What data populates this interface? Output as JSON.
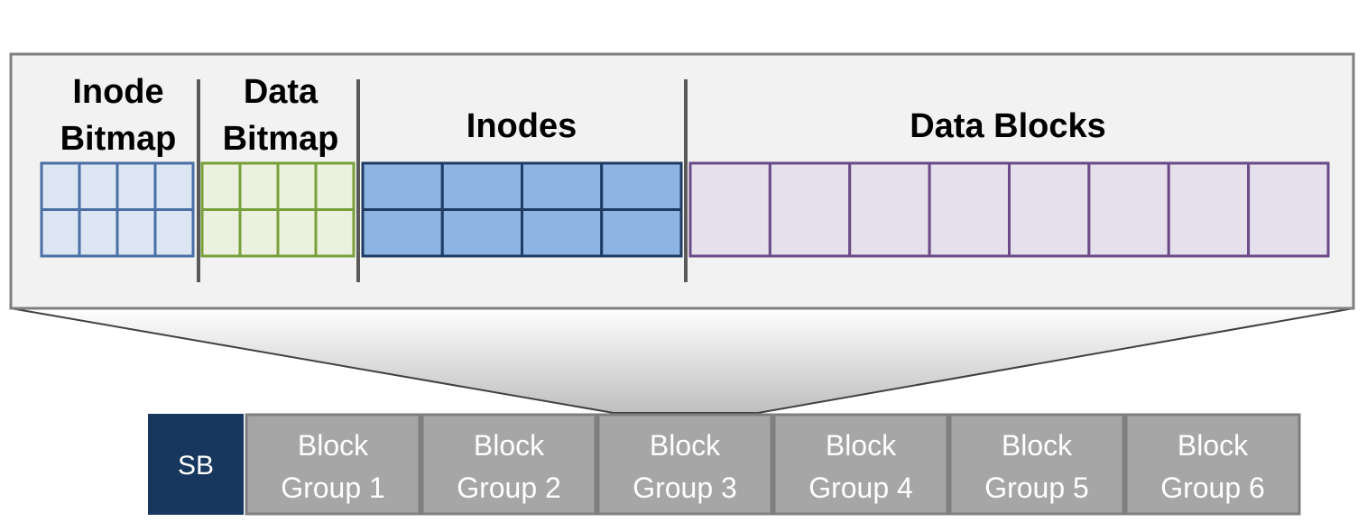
{
  "zoom_panel": {
    "sections": [
      {
        "id": "inode-bitmap",
        "label_line1": "Inode",
        "label_line2": "Bitmap",
        "fill": "#dce6f2",
        "stroke": "#4a6fa5",
        "cols": 4
      },
      {
        "id": "data-bitmap",
        "label_line1": "Data",
        "label_line2": "Bitmap",
        "fill": "#ebf1de",
        "stroke": "#77a03b",
        "cols": 4
      },
      {
        "id": "inodes",
        "label_line1": "Inodes",
        "label_line2": "",
        "fill": "#8eb4e3",
        "stroke": "#1f3c63",
        "cols": 4
      },
      {
        "id": "data-blocks",
        "label_line1": "Data Blocks",
        "label_line2": "",
        "fill": "#e6e0ec",
        "stroke": "#6a4a87",
        "cols": 8
      }
    ],
    "panel_fill": "#f2f2f2",
    "panel_stroke": "#7f7f7f",
    "divider_color": "#595959"
  },
  "disk_layout": {
    "superblock": {
      "label": "SB",
      "fill": "#17375e",
      "text_color": "#ffffff"
    },
    "block_groups": [
      {
        "line1": "Block",
        "line2": "Group 1"
      },
      {
        "line1": "Block",
        "line2": "Group 2"
      },
      {
        "line1": "Block",
        "line2": "Group 3"
      },
      {
        "line1": "Block",
        "line2": "Group 4"
      },
      {
        "line1": "Block",
        "line2": "Group 5"
      },
      {
        "line1": "Block",
        "line2": "Group 6"
      }
    ],
    "group_fill": "#a6a6a6",
    "group_stroke": "#7f7f7f",
    "group_text_color": "#ffffff"
  }
}
